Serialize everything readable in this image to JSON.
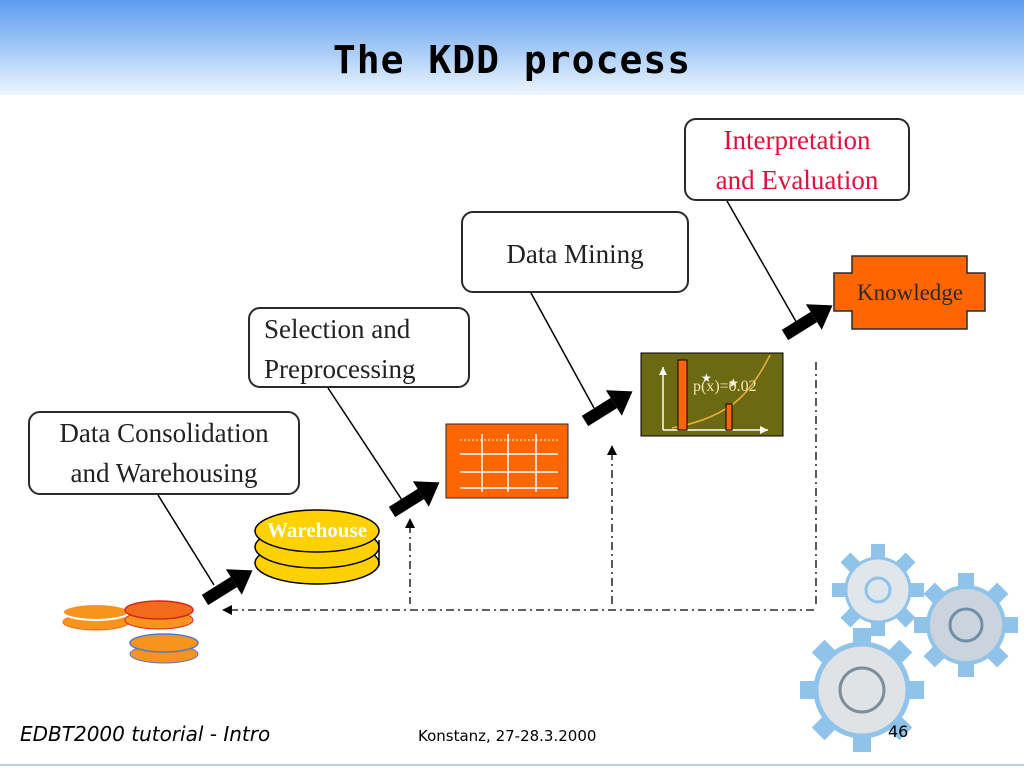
{
  "slide": {
    "title": "The KDD process",
    "footer_left": "EDBT2000 tutorial - Intro",
    "footer_center": "Konstanz, 27-28.3.2000",
    "page_number": "46"
  },
  "steps": {
    "consolidation": {
      "line1": "Data Consolidation",
      "line2": "and Warehousing"
    },
    "selection": {
      "line1": "Selection and",
      "line2": "Preprocessing"
    },
    "mining": {
      "label": "Data Mining"
    },
    "interpretation": {
      "line1": "Interpretation",
      "line2": "and Evaluation"
    }
  },
  "objects": {
    "knowledge": "Knowledge",
    "warehouse": "Warehouse",
    "formula": "p(x)=0.02"
  },
  "colors": {
    "arrow": "#000000",
    "interpretation_text": "#e0103a",
    "knowledge_fill": "#ff6600",
    "table_fill": "#ff6600",
    "plot_fill": "#6b6a12",
    "warehouse_fill": "#ffd100",
    "disk_orange": "#f7941d",
    "header_blue": "#5e9cf0",
    "gear_blue": "#8fc3ea"
  },
  "icons": [
    "bold-arrow-icon",
    "gear-icon",
    "database-disk-icon"
  ]
}
